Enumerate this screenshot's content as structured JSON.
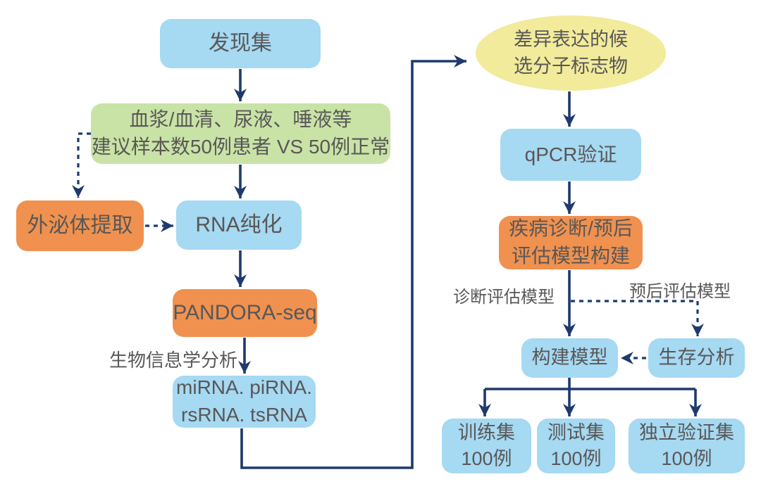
{
  "diagram": {
    "type": "flowchart",
    "topic": "PANDORA-seq biomarker discovery and model validation workflow"
  },
  "colors": {
    "node_blue": "#a6d9f2",
    "node_orange": "#f0914f",
    "node_green": "#c9e3a6",
    "node_yellow": "#f1eb9b",
    "arrow_navy": "#1e3a6d",
    "text_gray": "#595757"
  },
  "nodes": {
    "discovery_set": {
      "label": "发现集"
    },
    "sample_info": {
      "line1": "血浆/血清、尿液、唾液等",
      "line2": "建议样本数50例患者 VS 50例正常"
    },
    "exosome_extraction": {
      "label": "外泌体提取"
    },
    "rna_purification": {
      "label": "RNA纯化"
    },
    "pandora_seq": {
      "label": "PANDORA-seq"
    },
    "rna_types": {
      "line1": "miRNA. piRNA.",
      "line2": "rsRNA. tsRNA"
    },
    "candidate_markers": {
      "line1": "差异表达的候",
      "line2": "选分子标志物"
    },
    "qpcr_validation": {
      "label": "qPCR验证"
    },
    "model_construction": {
      "line1": "疾病诊断/预后",
      "line2": "评估模型构建"
    },
    "build_model": {
      "label": "构建模型"
    },
    "survival_analysis": {
      "label": "生存分析"
    },
    "training_set": {
      "line1": "训练集",
      "line2": "100例"
    },
    "test_set": {
      "line1": "测试集",
      "line2": "100例"
    },
    "validation_set": {
      "line1": "独立验证集",
      "line2": "100例"
    }
  },
  "edge_labels": {
    "bioinformatics": "生物信息学分析",
    "diagnosis_model": "诊断评估模型",
    "prognosis_model": "预后评估模型"
  }
}
